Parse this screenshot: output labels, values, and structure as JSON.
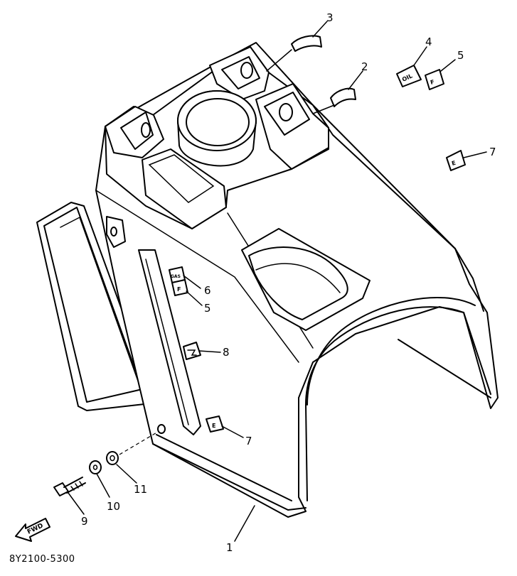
{
  "diagram_code": "8Y2100-5300",
  "fwd_label": "FWD",
  "part_tags": {
    "oil": "OIL",
    "fuel": "F",
    "empty": "E",
    "gas": "GAS"
  },
  "callouts": {
    "c1": "1",
    "c2": "2",
    "c3": "3",
    "c4": "4",
    "c5_top": "5",
    "c5_side": "5",
    "c6": "6",
    "c7_top": "7",
    "c7_side": "7",
    "c8": "8",
    "c9": "9",
    "c10": "10",
    "c11": "11"
  }
}
